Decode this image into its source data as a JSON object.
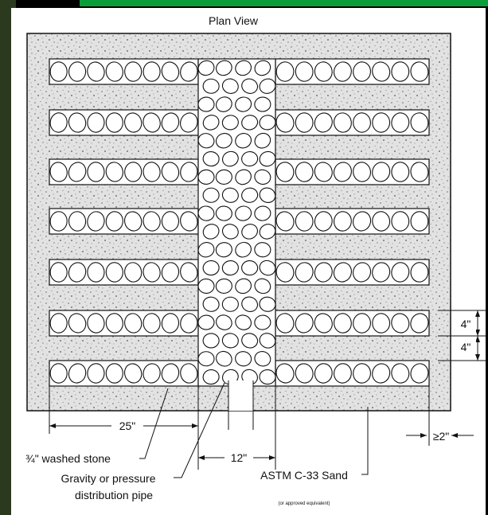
{
  "title": "Plan View",
  "labels": {
    "dim_25": "25\"",
    "dim_12": "12\"",
    "dim_2": "≥2\"",
    "dim_4_top": "4\"",
    "dim_4_bottom": "4\"",
    "stone_prefix": "¾",
    "stone_rest": "\" washed stone",
    "pipe_line1": "Gravity or pressure",
    "pipe_line2": "distribution pipe",
    "sand": "ASTM C-33 Sand",
    "sand_note": "(or approved equivalent)"
  },
  "colors": {
    "background": "#000000",
    "green_bar": "#0a9e3a",
    "paper": "#ffffff",
    "sand_fill": "#e4e4e4",
    "stone_fill": "#ffffff",
    "line": "#111111"
  },
  "stone_rows": 7,
  "stones_per_row_side": 8
}
